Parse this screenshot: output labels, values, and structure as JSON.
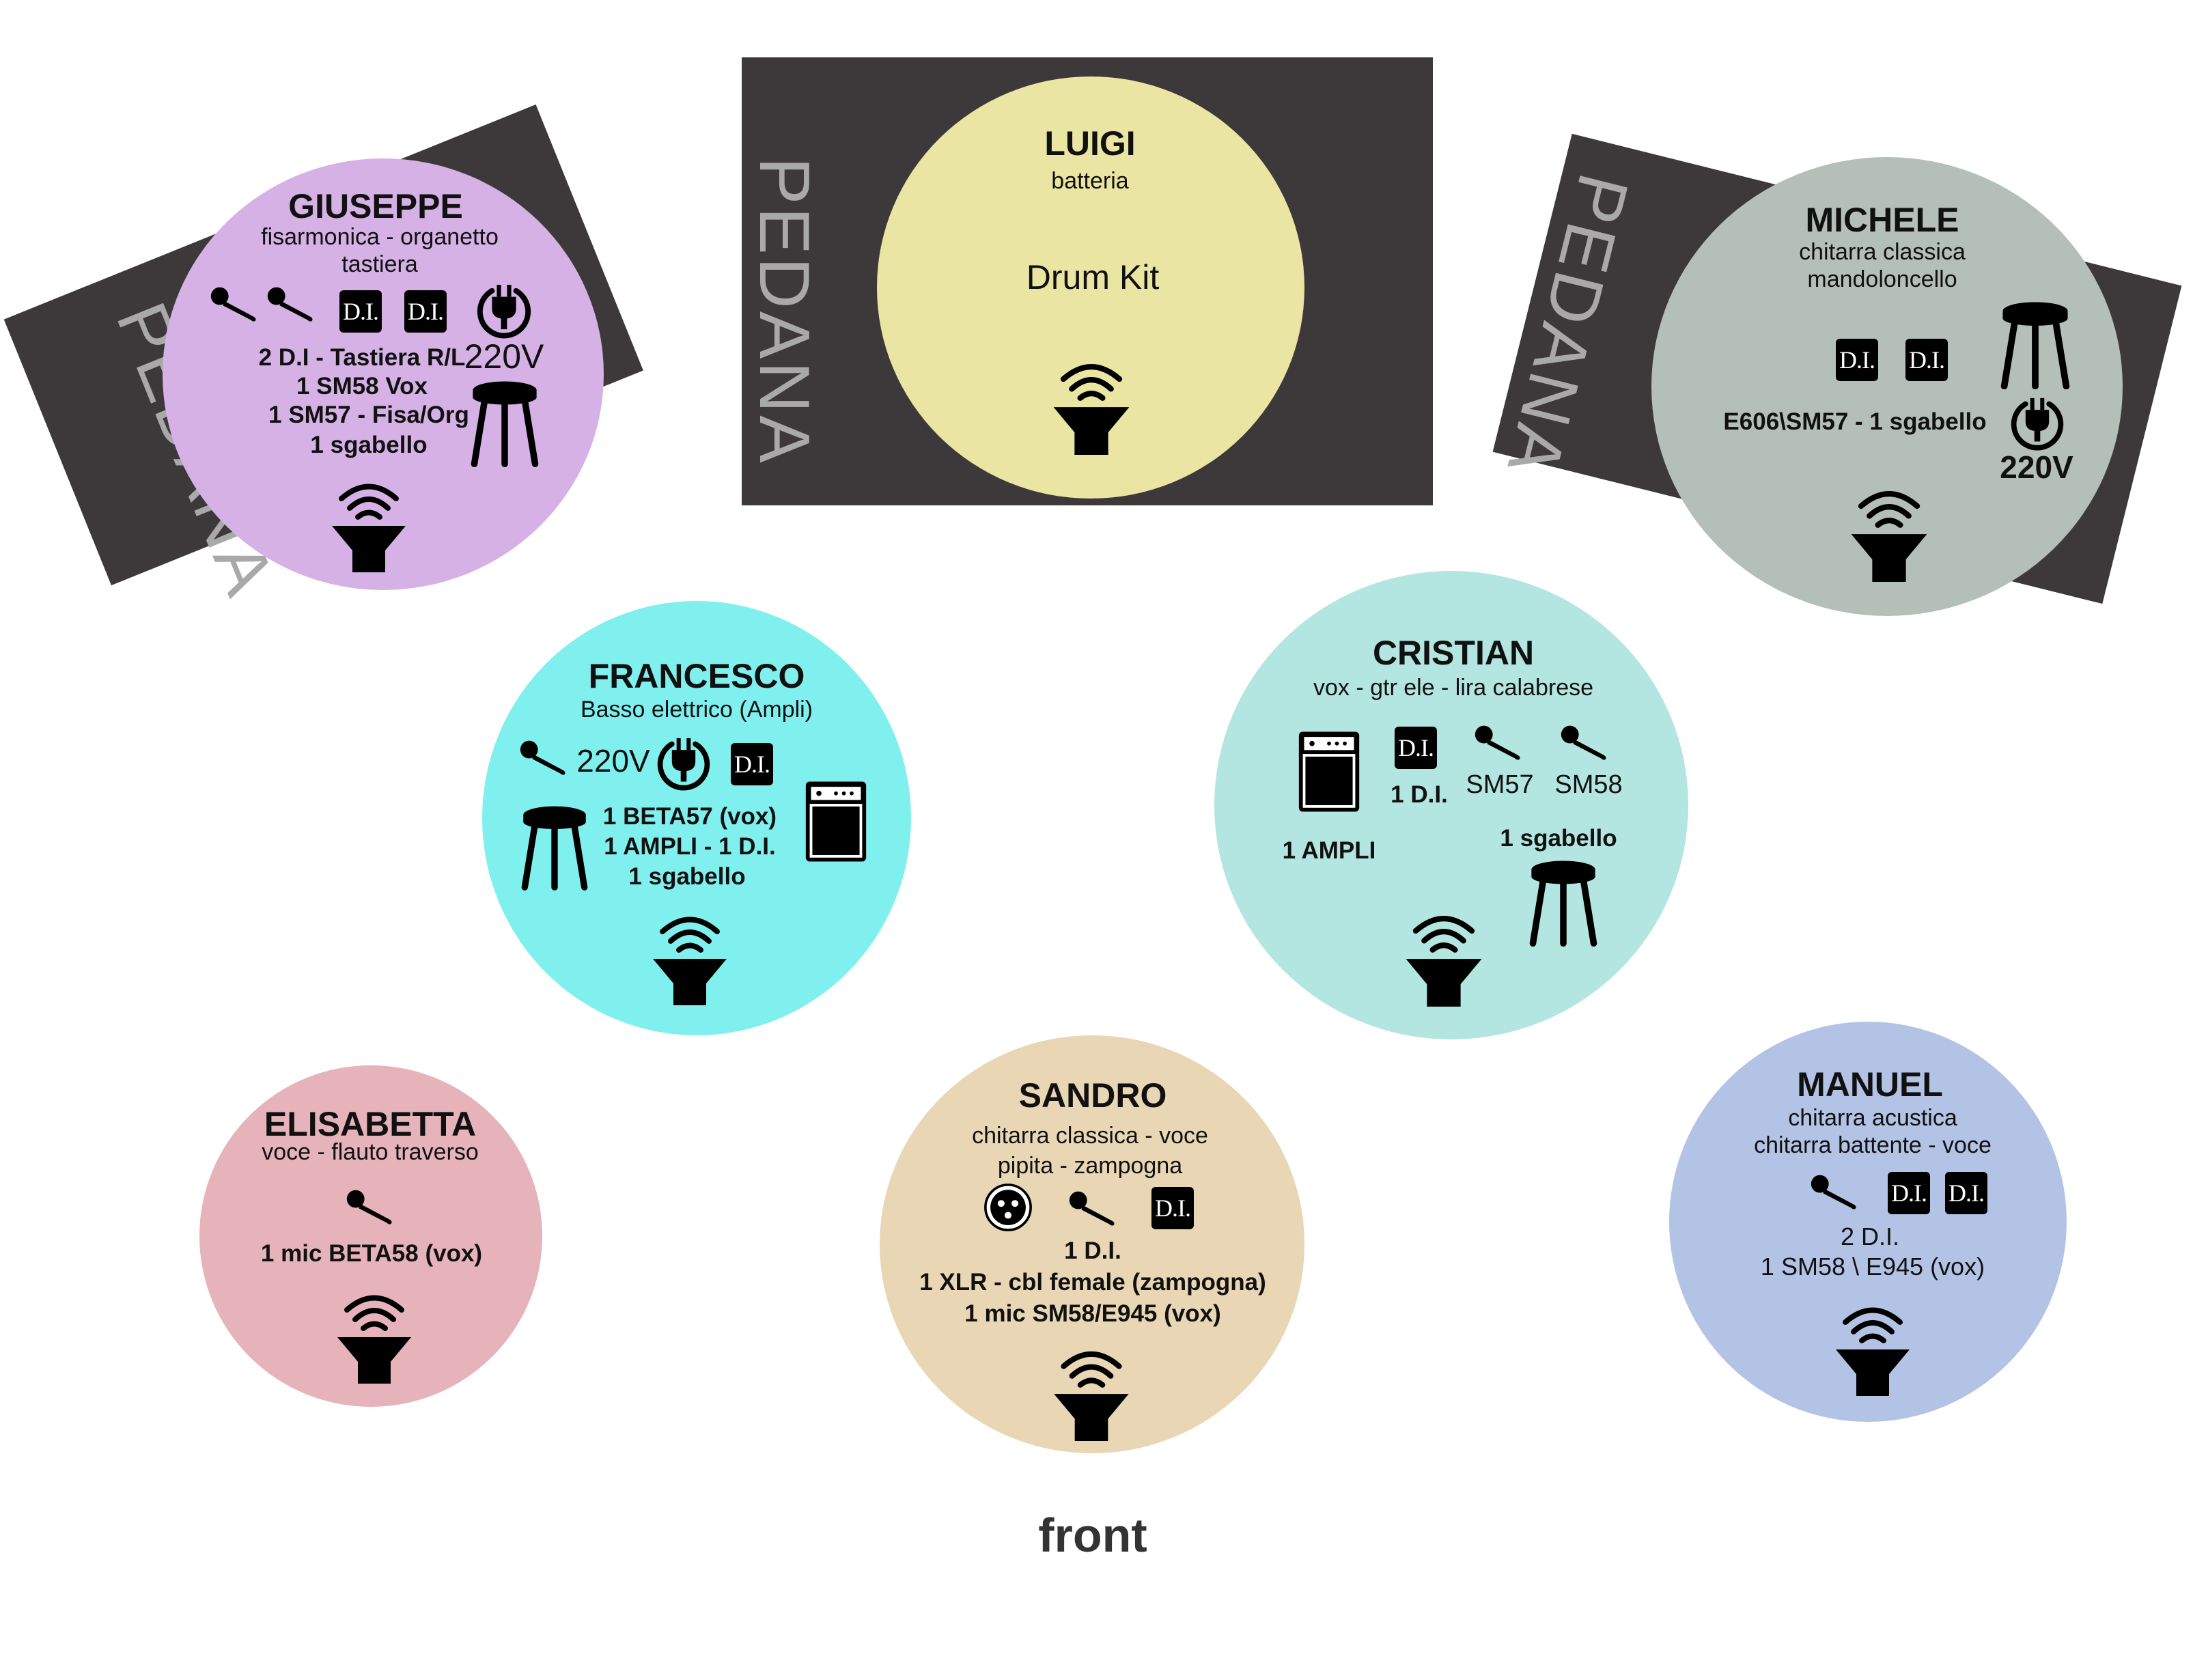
{
  "stage": {
    "pedana_label": "PEDANA",
    "front_label": "front",
    "colors": {
      "pedana": "#3d393a",
      "giuseppe": "#d5b1e6",
      "luigi": "#ebe5a3",
      "michele": "#b4bfb9",
      "francesco": "#7ff0ee",
      "cristian": "#b3e5e1",
      "elisabetta": "#e6b3bb",
      "sandro": "#e8d6b4",
      "manuel": "#b3c3e6"
    }
  },
  "musicians": {
    "giuseppe": {
      "name": "GIUSEPPE",
      "instruments_1": "fisarmonica - organetto",
      "instruments_2": "tastiera",
      "power": "220V",
      "di_label": "D.I.",
      "specs": [
        "2 D.I - Tastiera R/L",
        "1 SM58 Vox",
        "1 SM57 - Fisa/Org",
        "1 sgabello"
      ],
      "icons": [
        "mic-icon",
        "mic-icon",
        "di-box-icon",
        "di-box-icon",
        "power-plug-icon",
        "stool-icon",
        "monitor-wedge-icon"
      ]
    },
    "luigi": {
      "name": "LUIGI",
      "instruments": "batteria",
      "kit": "Drum Kit",
      "icons": [
        "monitor-wedge-icon"
      ]
    },
    "michele": {
      "name": "MICHELE",
      "instruments_1": "chitarra classica",
      "instruments_2": "mandoloncello",
      "di_label": "D.I.",
      "spec": "E606\\SM57 - 1 sgabello",
      "power": "220V",
      "icons": [
        "di-box-icon",
        "di-box-icon",
        "stool-icon",
        "power-plug-icon",
        "monitor-wedge-icon"
      ]
    },
    "francesco": {
      "name": "FRANCESCO",
      "instruments": "Basso elettrico (Ampli)",
      "power": "220V",
      "di_label": "D.I.",
      "specs": [
        "1 BETA57  (vox)",
        "1 AMPLI - 1 D.I.",
        "1 sgabello"
      ],
      "icons": [
        "mic-icon",
        "power-plug-icon",
        "di-box-icon",
        "stool-icon",
        "amplifier-icon",
        "monitor-wedge-icon"
      ]
    },
    "cristian": {
      "name": "CRISTIAN",
      "instruments": "vox - gtr ele - lira calabrese",
      "di_label": "D.I.",
      "di_count": "1 D.I.",
      "mic_1": "SM57",
      "mic_2": "SM58",
      "ampli": "1 AMPLI",
      "stool": "1 sgabello",
      "icons": [
        "amplifier-icon",
        "di-box-icon",
        "mic-icon",
        "mic-icon",
        "stool-icon",
        "monitor-wedge-icon"
      ]
    },
    "elisabetta": {
      "name": "ELISABETTA",
      "instruments": "voce - flauto traverso",
      "spec": "1 mic BETA58 (vox)",
      "icons": [
        "mic-icon",
        "monitor-wedge-icon"
      ]
    },
    "sandro": {
      "name": "SANDRO",
      "instruments_1": "chitarra classica - voce",
      "instruments_2": "pipita - zampogna",
      "di_label": "D.I.",
      "specs": [
        "1 D.I.",
        "1 XLR - cbl female (zampogna)",
        "1 mic SM58/E945 (vox)"
      ],
      "icons": [
        "xlr-connector-icon",
        "mic-icon",
        "di-box-icon",
        "monitor-wedge-icon"
      ]
    },
    "manuel": {
      "name": "MANUEL",
      "instruments_1": "chitarra acustica",
      "instruments_2": "chitarra battente - voce",
      "di_label": "D.I.",
      "specs": [
        "2 D.I.",
        "1 SM58 \\ E945 (vox)"
      ],
      "icons": [
        "mic-icon",
        "di-box-icon",
        "di-box-icon",
        "monitor-wedge-icon"
      ]
    }
  }
}
